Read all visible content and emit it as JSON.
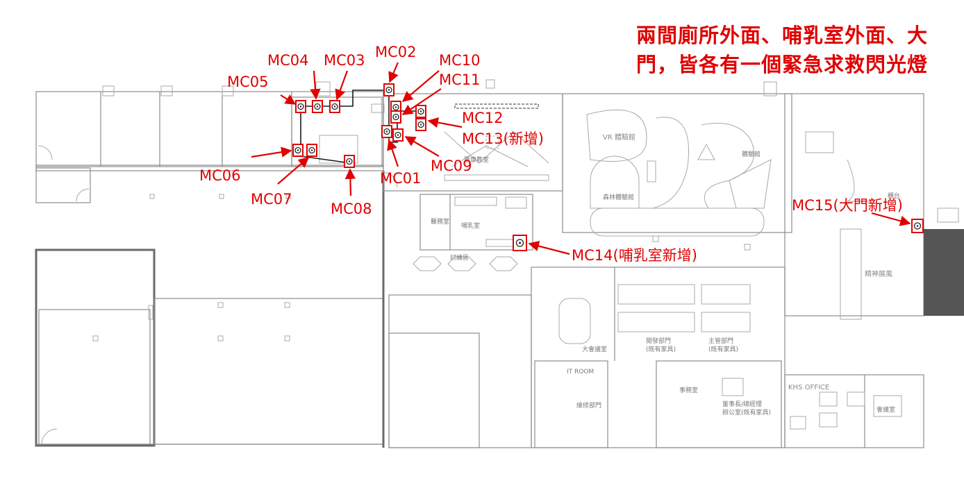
{
  "note": {
    "line1": "兩間廁所外面、哺乳室外面、大",
    "line2": "門，皆各有一個緊急求救閃光燈"
  },
  "rooms": {
    "vr": "VR 體驗館",
    "experience": "體驗館",
    "forest": "森林體驗館",
    "nursing": "哺乳室",
    "medical": "醫務室",
    "classroom": "團康教室",
    "reading": "討論區",
    "spirit": "精神展風",
    "counter": "櫃台",
    "meeting_big": "大會議室",
    "dev_dept": "開發部門",
    "dev_dept_sub": "(既有家具)",
    "mgmt_dept": "主管部門",
    "mgmt_dept_sub": "(既有家具)",
    "it_room": "IT ROOM",
    "maintenance": "維修部門",
    "secretary": "事務室",
    "chairman": "董事長/總經理",
    "chairman_sub": "辦公室(既有家具)",
    "khs": "KHS OFFICE",
    "meeting_small": "會議室"
  },
  "markers": [
    {
      "id": "MC01",
      "label": "MC01"
    },
    {
      "id": "MC02",
      "label": "MC02"
    },
    {
      "id": "MC03",
      "label": "MC03"
    },
    {
      "id": "MC04",
      "label": "MC04"
    },
    {
      "id": "MC05",
      "label": "MC05"
    },
    {
      "id": "MC06",
      "label": "MC06"
    },
    {
      "id": "MC07",
      "label": "MC07"
    },
    {
      "id": "MC08",
      "label": "MC08"
    },
    {
      "id": "MC09",
      "label": "MC09"
    },
    {
      "id": "MC10",
      "label": "MC10"
    },
    {
      "id": "MC11",
      "label": "MC11"
    },
    {
      "id": "MC12",
      "label": "MC12"
    },
    {
      "id": "MC13",
      "label": "MC13(新增)"
    },
    {
      "id": "MC14",
      "label": "MC14(哺乳室新增)"
    },
    {
      "id": "MC15",
      "label": "MC15(大門新增)"
    }
  ],
  "colors": {
    "marker": "#e00000",
    "wall": "#8c8c8c"
  }
}
